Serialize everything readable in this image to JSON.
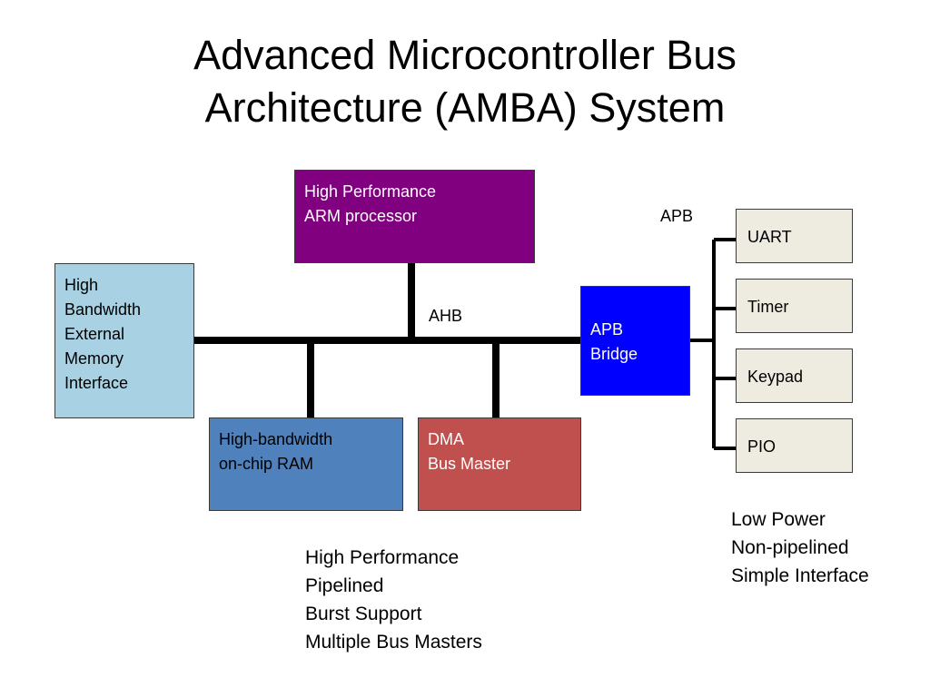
{
  "title": {
    "line1": "Advanced Microcontroller Bus",
    "line2": "Architecture (AMBA) System"
  },
  "blocks": {
    "arm": [
      "High Performance",
      "ARM processor"
    ],
    "memory": [
      "High",
      "Bandwidth",
      "External",
      "Memory",
      "Interface"
    ],
    "ram": [
      "High-bandwidth",
      "on-chip RAM"
    ],
    "dma": [
      "DMA",
      "Bus Master"
    ],
    "bridge": [
      "APB",
      "Bridge"
    ]
  },
  "peripherals": [
    "UART",
    "Timer",
    "Keypad",
    "PIO"
  ],
  "bus_labels": {
    "ahb": "AHB",
    "apb": "APB"
  },
  "ahb_features": [
    "High Performance",
    "Pipelined",
    "Burst Support",
    "Multiple Bus Masters"
  ],
  "apb_features": [
    "Low Power",
    "Non-pipelined",
    "Simple Interface"
  ],
  "colors": {
    "arm": "#800080",
    "memory": "#a8d2e3",
    "ram": "#4f81bd",
    "dma": "#c0504d",
    "bridge": "#0000ff",
    "peripheral": "#eeece1"
  }
}
